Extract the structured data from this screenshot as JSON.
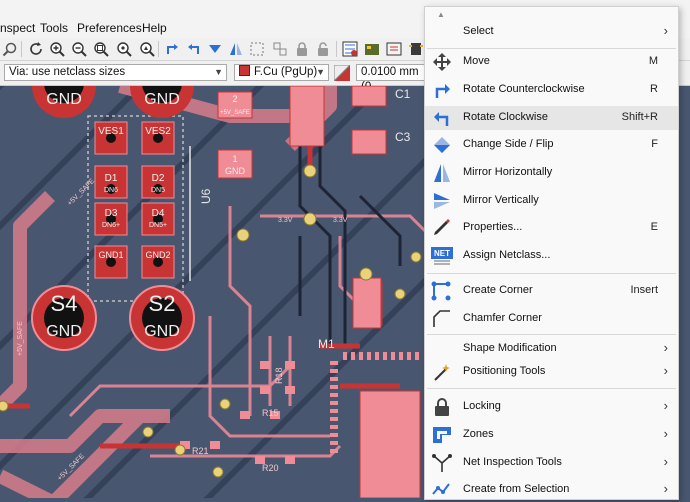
{
  "menubar": {
    "items": [
      "nspect",
      "Tools",
      "Preferences",
      "Help"
    ]
  },
  "options": {
    "via_size": "Via: use netclass sizes",
    "layer": "F.Cu (PgUp)",
    "grid": "0.0100 mm (0"
  },
  "board_labels": {
    "s4_name": "S4",
    "s4_net": "GND",
    "s2_name": "S2",
    "s2_net": "GND",
    "top_gnd_1": "GND",
    "top_gnd_2": "GND",
    "ves1": "VES1",
    "ves2": "VES2",
    "d1": "D1",
    "d1_net": "DN6",
    "d2": "D2",
    "d2_net": "DN5",
    "d3": "D3",
    "d3_net": "DN6+",
    "d4": "D4",
    "d4_net": "DN5+",
    "gnd1": "GND1",
    "gnd2": "GND2",
    "u6": "U6",
    "c1": "C1",
    "c3": "C3",
    "m1": "M1",
    "pad2": "2",
    "pad2_net": "+5V_SAFE",
    "pad1": "1",
    "pad1_net": "GND",
    "net_33v": "3.3V",
    "net_5v_safe": "+5V_SAFE",
    "r18": "R18",
    "r15": "R15",
    "r20": "R20",
    "r21": "R21"
  },
  "context_menu": {
    "items": [
      {
        "label": "Select",
        "shortcut": "",
        "submenu": true,
        "icon": "none"
      },
      {
        "label": "Move",
        "shortcut": "M",
        "submenu": false,
        "icon": "move-icon"
      },
      {
        "label": "Rotate Counterclockwise",
        "shortcut": "R",
        "submenu": false,
        "icon": "rotate-ccw-icon"
      },
      {
        "label": "Rotate Clockwise",
        "shortcut": "Shift+R",
        "submenu": false,
        "icon": "rotate-cw-icon"
      },
      {
        "label": "Change Side / Flip",
        "shortcut": "F",
        "submenu": false,
        "icon": "flip-icon"
      },
      {
        "label": "Mirror Horizontally",
        "shortcut": "",
        "submenu": false,
        "icon": "mirror-h-icon"
      },
      {
        "label": "Mirror Vertically",
        "shortcut": "",
        "submenu": false,
        "icon": "mirror-v-icon"
      },
      {
        "label": "Properties...",
        "shortcut": "E",
        "submenu": false,
        "icon": "properties-icon"
      },
      {
        "label": "Assign Netclass...",
        "shortcut": "",
        "submenu": false,
        "icon": "netclass-icon"
      },
      {
        "label": "Create Corner",
        "shortcut": "Insert",
        "submenu": false,
        "icon": "create-corner-icon"
      },
      {
        "label": "Chamfer Corner",
        "shortcut": "",
        "submenu": false,
        "icon": "chamfer-corner-icon"
      },
      {
        "label": "Shape Modification",
        "shortcut": "",
        "submenu": true,
        "icon": "none"
      },
      {
        "label": "Positioning Tools",
        "shortcut": "",
        "submenu": true,
        "icon": "positioning-icon"
      },
      {
        "label": "Locking",
        "shortcut": "",
        "submenu": true,
        "icon": "lock-icon"
      },
      {
        "label": "Zones",
        "shortcut": "",
        "submenu": true,
        "icon": "zones-icon"
      },
      {
        "label": "Net Inspection Tools",
        "shortcut": "",
        "submenu": true,
        "icon": "net-inspection-icon"
      },
      {
        "label": "Create from Selection",
        "shortcut": "",
        "submenu": true,
        "icon": "create-from-selection-icon"
      }
    ],
    "highlighted": "Rotate Clockwise",
    "netclass_badge": "NET"
  },
  "colors": {
    "board": "#48566f",
    "copper": "#c83434",
    "pad_pink": "#f08c96",
    "trace_pink": "#e88a98",
    "highlight": "#e6e6e6",
    "accent_blue": "#2e6fd6"
  }
}
